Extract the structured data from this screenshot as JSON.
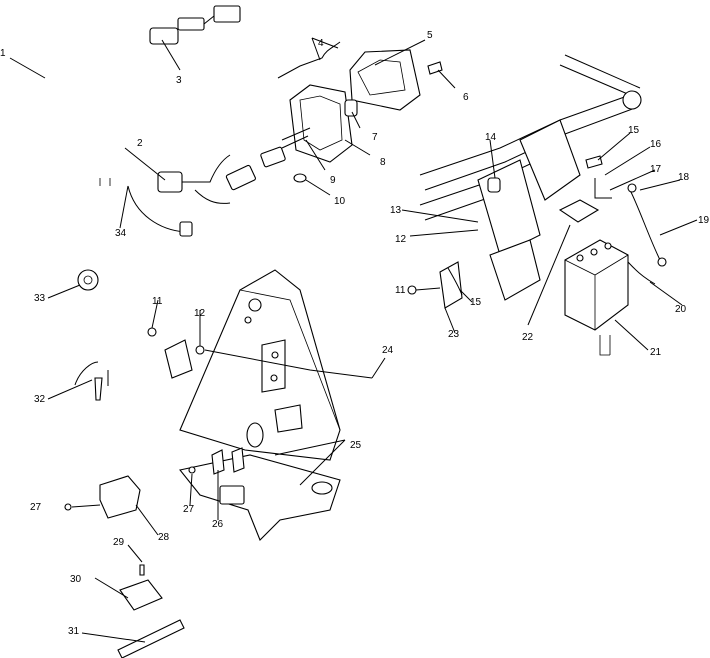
{
  "diagram": {
    "type": "exploded-parts-diagram",
    "callouts": [
      {
        "id": "c1",
        "text": "1"
      },
      {
        "id": "c2",
        "text": "2"
      },
      {
        "id": "c3",
        "text": "3"
      },
      {
        "id": "c4",
        "text": "4"
      },
      {
        "id": "c5",
        "text": "5"
      },
      {
        "id": "c6",
        "text": "6"
      },
      {
        "id": "c7",
        "text": "7"
      },
      {
        "id": "c8",
        "text": "8"
      },
      {
        "id": "c9",
        "text": "9"
      },
      {
        "id": "c10",
        "text": "10"
      },
      {
        "id": "c11a",
        "text": "11"
      },
      {
        "id": "c11b",
        "text": "11"
      },
      {
        "id": "c12a",
        "text": "12"
      },
      {
        "id": "c12b",
        "text": "12"
      },
      {
        "id": "c13",
        "text": "13"
      },
      {
        "id": "c14",
        "text": "14"
      },
      {
        "id": "c15a",
        "text": "15"
      },
      {
        "id": "c15b",
        "text": "15"
      },
      {
        "id": "c16",
        "text": "16"
      },
      {
        "id": "c17",
        "text": "17"
      },
      {
        "id": "c18",
        "text": "18"
      },
      {
        "id": "c19",
        "text": "19"
      },
      {
        "id": "c20",
        "text": "20"
      },
      {
        "id": "c21",
        "text": "21"
      },
      {
        "id": "c22",
        "text": "22"
      },
      {
        "id": "c23",
        "text": "23"
      },
      {
        "id": "c24",
        "text": "24"
      },
      {
        "id": "c25",
        "text": "25"
      },
      {
        "id": "c26",
        "text": "26"
      },
      {
        "id": "c27a",
        "text": "27"
      },
      {
        "id": "c27b",
        "text": "27"
      },
      {
        "id": "c28",
        "text": "28"
      },
      {
        "id": "c29",
        "text": "29"
      },
      {
        "id": "c30",
        "text": "30"
      },
      {
        "id": "c31",
        "text": "31"
      },
      {
        "id": "c32",
        "text": "32"
      },
      {
        "id": "c33",
        "text": "33"
      },
      {
        "id": "c34",
        "text": "34"
      }
    ]
  }
}
